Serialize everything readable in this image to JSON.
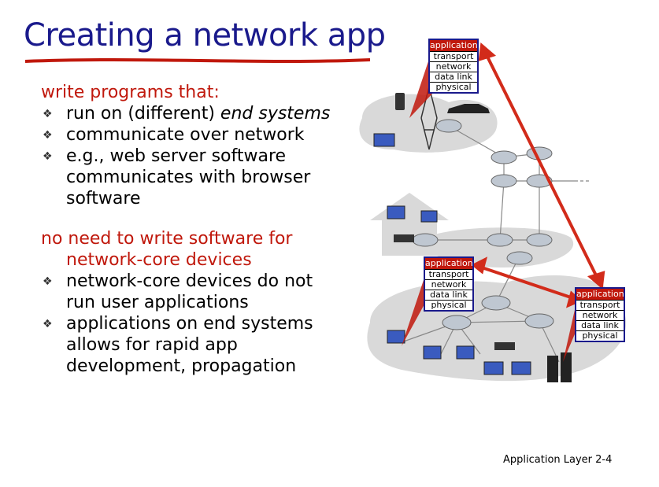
{
  "title": "Creating a network app",
  "section1": {
    "heading": "write programs that:",
    "bullets": [
      {
        "prefix": "run on (different) ",
        "italic": "end systems"
      },
      {
        "text": "communicate over network"
      },
      {
        "line1": "e.g., web server software",
        "line2": "communicates with browser",
        "line3": "software"
      }
    ]
  },
  "section2": {
    "heading_line1": "no need to write software for",
    "heading_line2": "network-core devices",
    "bullets": [
      {
        "line1": "network-core devices do not",
        "line2": "run user applications"
      },
      {
        "line1": "applications on end systems",
        "line2": "allows for rapid app",
        "line3": "development, propagation"
      }
    ]
  },
  "protocol_stack": [
    "application",
    "transport",
    "network",
    "data link",
    "physical"
  ],
  "colors": {
    "title": "#1a1a8c",
    "accent_red": "#c0180c",
    "cloud": "#d9d9d9"
  },
  "footer": "Application Layer 2-4"
}
